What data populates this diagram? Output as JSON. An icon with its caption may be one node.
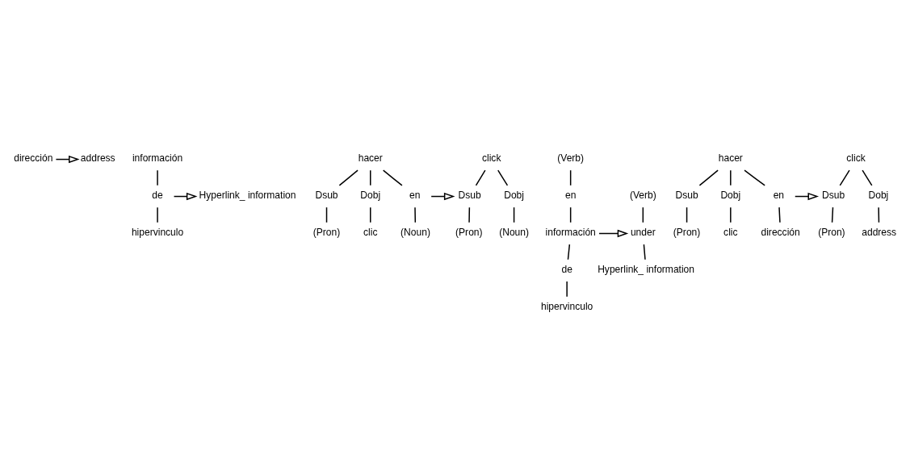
{
  "diagram": {
    "nodes": [
      {
        "text": [
          "dirección"
        ]
      },
      {
        "text": [
          "address"
        ]
      },
      {
        "text": [
          "información"
        ]
      },
      {
        "text": [
          "de"
        ]
      },
      {
        "text": [
          "hipervinculo"
        ]
      },
      {
        "text": [
          "Hyperlink_ information"
        ]
      },
      {
        "text": [
          "hacer"
        ]
      },
      {
        "text": [
          "Dsub"
        ]
      },
      {
        "text": [
          "Dobj"
        ]
      },
      {
        "text": [
          "en"
        ]
      },
      {
        "text": [
          "(Pron)"
        ]
      },
      {
        "text": [
          "clic"
        ]
      },
      {
        "text": [
          "(Noun)"
        ]
      },
      {
        "text": [
          "click"
        ]
      },
      {
        "text": [
          "Dsub"
        ]
      },
      {
        "text": [
          "Dobj"
        ]
      },
      {
        "text": [
          "(Pron)"
        ]
      },
      {
        "text": [
          "(Noun)"
        ]
      },
      {
        "text": [
          "(Verb)"
        ]
      },
      {
        "text": [
          "en"
        ]
      },
      {
        "text": [
          "información"
        ]
      },
      {
        "text": [
          "de"
        ]
      },
      {
        "text": [
          "hipervinculo"
        ]
      },
      {
        "text": [
          "(Verb)"
        ]
      },
      {
        "text": [
          "under"
        ]
      },
      {
        "text": [
          "Hyperlink_ information"
        ]
      },
      {
        "text": [
          "hacer"
        ]
      },
      {
        "text": [
          "Dsub"
        ]
      },
      {
        "text": [
          "Dobj"
        ]
      },
      {
        "text": [
          "en"
        ]
      },
      {
        "text": [
          "(Pron)"
        ]
      },
      {
        "text": [
          "clic"
        ]
      },
      {
        "text": [
          "dirección"
        ]
      },
      {
        "text": [
          "click"
        ]
      },
      {
        "text": [
          "Dsub"
        ]
      },
      {
        "text": [
          "Dobj"
        ]
      },
      {
        "text": [
          "(Pron)"
        ]
      },
      {
        "text": [
          "address"
        ]
      }
    ],
    "edges": [
      {
        "from": 0,
        "to": 1,
        "arrow": "to"
      },
      {
        "from": 2,
        "to": 3,
        "arrow": "none"
      },
      {
        "from": 3,
        "to": 4,
        "arrow": "none"
      },
      {
        "from": 3,
        "to": 5,
        "arrow": "to"
      },
      {
        "from": 6,
        "to": 7,
        "arrow": "none"
      },
      {
        "from": 6,
        "to": 8,
        "arrow": "none"
      },
      {
        "from": 6,
        "to": 9,
        "arrow": "none"
      },
      {
        "from": 7,
        "to": 10,
        "arrow": "none"
      },
      {
        "from": 8,
        "to": 11,
        "arrow": "none"
      },
      {
        "from": 9,
        "to": 12,
        "arrow": "none"
      },
      {
        "from": 9,
        "to": 14,
        "arrow": "to"
      },
      {
        "from": 13,
        "to": 14,
        "arrow": "none"
      },
      {
        "from": 13,
        "to": 15,
        "arrow": "none"
      },
      {
        "from": 14,
        "to": 16,
        "arrow": "none"
      },
      {
        "from": 15,
        "to": 17,
        "arrow": "none"
      },
      {
        "from": 18,
        "to": 19,
        "arrow": "none"
      },
      {
        "from": 19,
        "to": 20,
        "arrow": "none"
      },
      {
        "from": 20,
        "to": 21,
        "arrow": "none"
      },
      {
        "from": 21,
        "to": 22,
        "arrow": "none"
      },
      {
        "from": 20,
        "to": 24,
        "arrow": "to"
      },
      {
        "from": 23,
        "to": 24,
        "arrow": "none"
      },
      {
        "from": 24,
        "to": 25,
        "arrow": "none"
      },
      {
        "from": 26,
        "to": 27,
        "arrow": "none"
      },
      {
        "from": 26,
        "to": 28,
        "arrow": "none"
      },
      {
        "from": 26,
        "to": 29,
        "arrow": "none"
      },
      {
        "from": 27,
        "to": 30,
        "arrow": "none"
      },
      {
        "from": 28,
        "to": 31,
        "arrow": "none"
      },
      {
        "from": 29,
        "to": 32,
        "arrow": "none"
      },
      {
        "from": 29,
        "to": 34,
        "arrow": "to"
      },
      {
        "from": 33,
        "to": 34,
        "arrow": "none"
      },
      {
        "from": 33,
        "to": 35,
        "arrow": "none"
      },
      {
        "from": 34,
        "to": 36,
        "arrow": "none"
      },
      {
        "from": 35,
        "to": 37,
        "arrow": "none"
      }
    ]
  }
}
